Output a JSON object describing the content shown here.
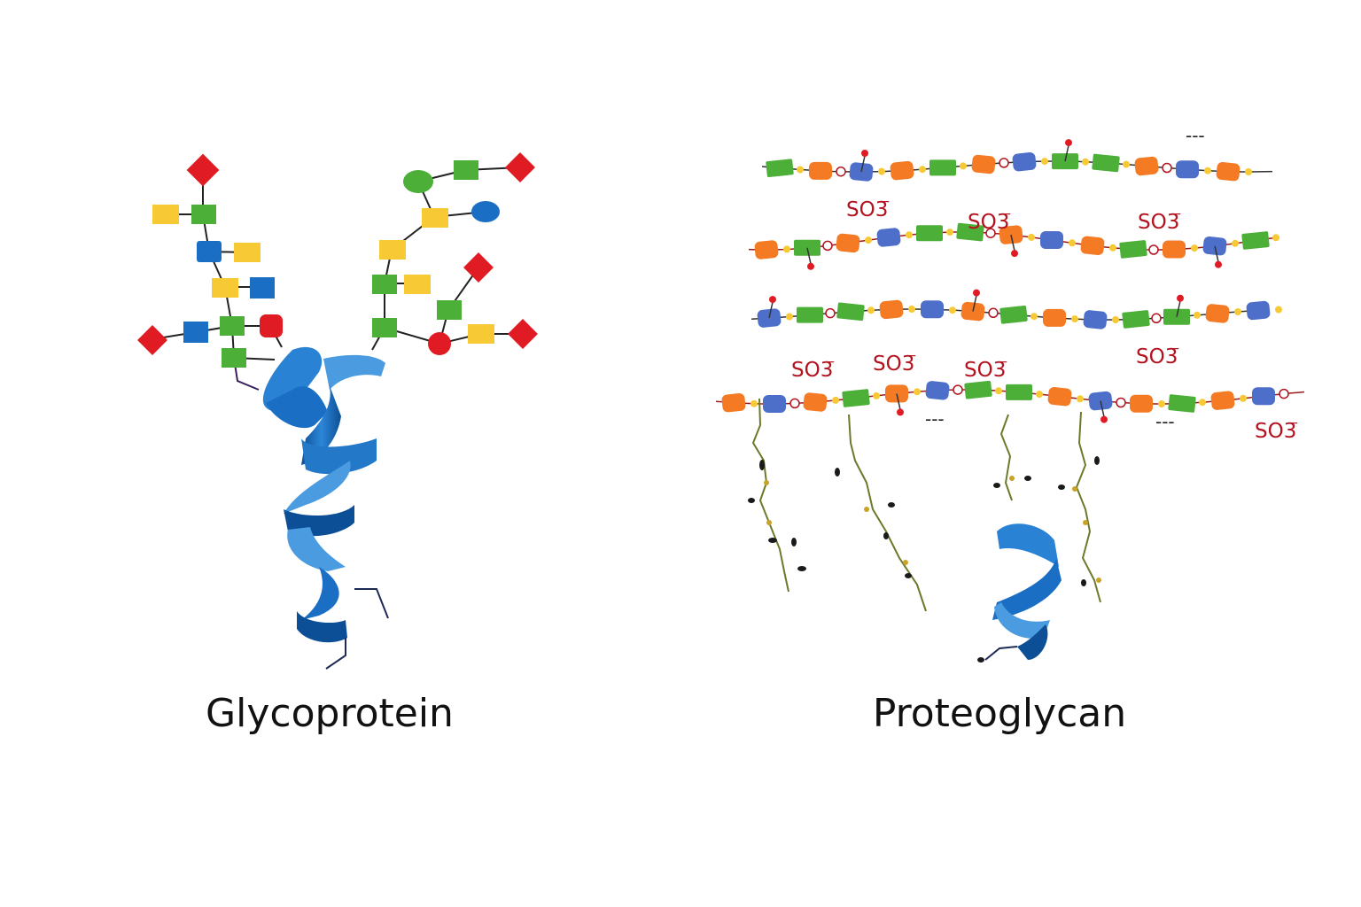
{
  "colors": {
    "background": "#ffffff",
    "helix": "#1a6fc4",
    "helix_dark": "#0d4f96",
    "helix_light": "#4a9be0",
    "red": "#e01b24",
    "yellow": "#f6c935",
    "green": "#4caf38",
    "blue": "#1a6fc4",
    "orange": "#f47a24",
    "periwinkle": "#4e6fc9",
    "sulfate": "#b3121f",
    "stem": "#6b7a2a"
  },
  "glycoprotein": {
    "label": "Glycoprotein",
    "icons": [
      "red-diamond-icon",
      "yellow-square-icon",
      "green-square-icon",
      "blue-square-icon",
      "red-circle-icon",
      "green-oval-icon",
      "blue-oval-icon",
      "protein-helix-icon"
    ]
  },
  "proteoglycan": {
    "label": "Proteoglycan",
    "sulfate_label": "SO3",
    "sulfate_charge": "−",
    "ellipsis": "---",
    "icons": [
      "gag-chain-icon",
      "core-protein-helix-icon",
      "branching-stem-icon"
    ]
  }
}
